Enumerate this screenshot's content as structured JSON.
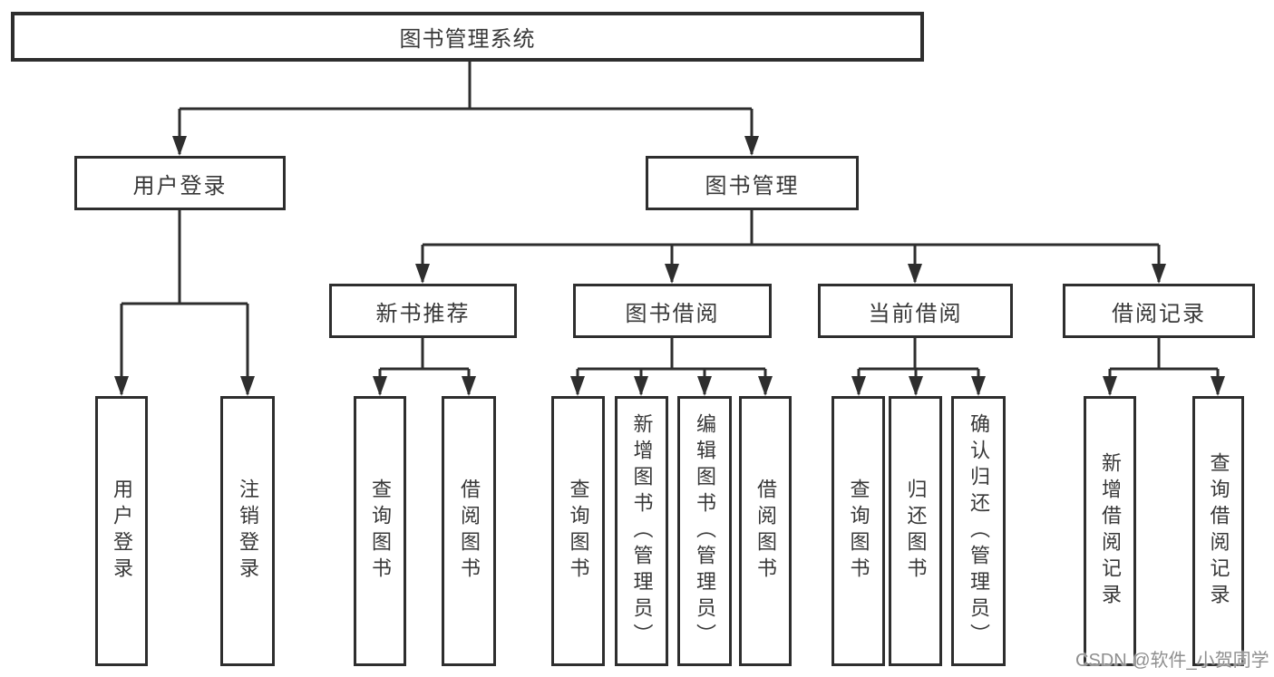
{
  "diagram": {
    "type": "tree",
    "nodes": {
      "root": {
        "label": "图书管理系统"
      },
      "user_login": {
        "label": "用户登录"
      },
      "book_mgmt": {
        "label": "图书管理"
      },
      "new_books": {
        "label": "新书推荐"
      },
      "book_borrow": {
        "label": "图书借阅"
      },
      "current_borrow": {
        "label": "当前借阅"
      },
      "borrow_records": {
        "label": "借阅记录"
      },
      "leaf_user_login": {
        "label": "用户登录"
      },
      "leaf_logout": {
        "label": "注销登录"
      },
      "leaf_nb_query": {
        "label": "查询图书"
      },
      "leaf_nb_borrow": {
        "label": "借阅图书"
      },
      "leaf_bb_query": {
        "label": "查询图书"
      },
      "leaf_bb_add": {
        "label": "新增图书（管理员）"
      },
      "leaf_bb_edit": {
        "label": "编辑图书（管理员）"
      },
      "leaf_bb_borrow": {
        "label": "借阅图书"
      },
      "leaf_cb_query": {
        "label": "查询图书"
      },
      "leaf_cb_return": {
        "label": "归还图书"
      },
      "leaf_cb_confirm": {
        "label": "确认归还（管理员）"
      },
      "leaf_rec_add": {
        "label": "新增借阅记录"
      },
      "leaf_rec_query": {
        "label": "查询借阅记录"
      }
    },
    "hierarchy": {
      "图书管理系统": {
        "用户登录": [
          "用户登录",
          "注销登录"
        ],
        "图书管理": {
          "新书推荐": [
            "查询图书",
            "借阅图书"
          ],
          "图书借阅": [
            "查询图书",
            "新增图书（管理员）",
            "编辑图书（管理员）",
            "借阅图书"
          ],
          "当前借阅": [
            "查询图书",
            "归还图书",
            "确认归还（管理员）"
          ],
          "借阅记录": [
            "新增借阅记录",
            "查询借阅记录"
          ]
        }
      }
    },
    "colors": {
      "line": "#2e2e2e",
      "text": "#383838",
      "background": "#ffffff",
      "watermark": "#8f8f8f"
    }
  },
  "watermark": {
    "text": "CSDN @软件_小贺同学"
  }
}
